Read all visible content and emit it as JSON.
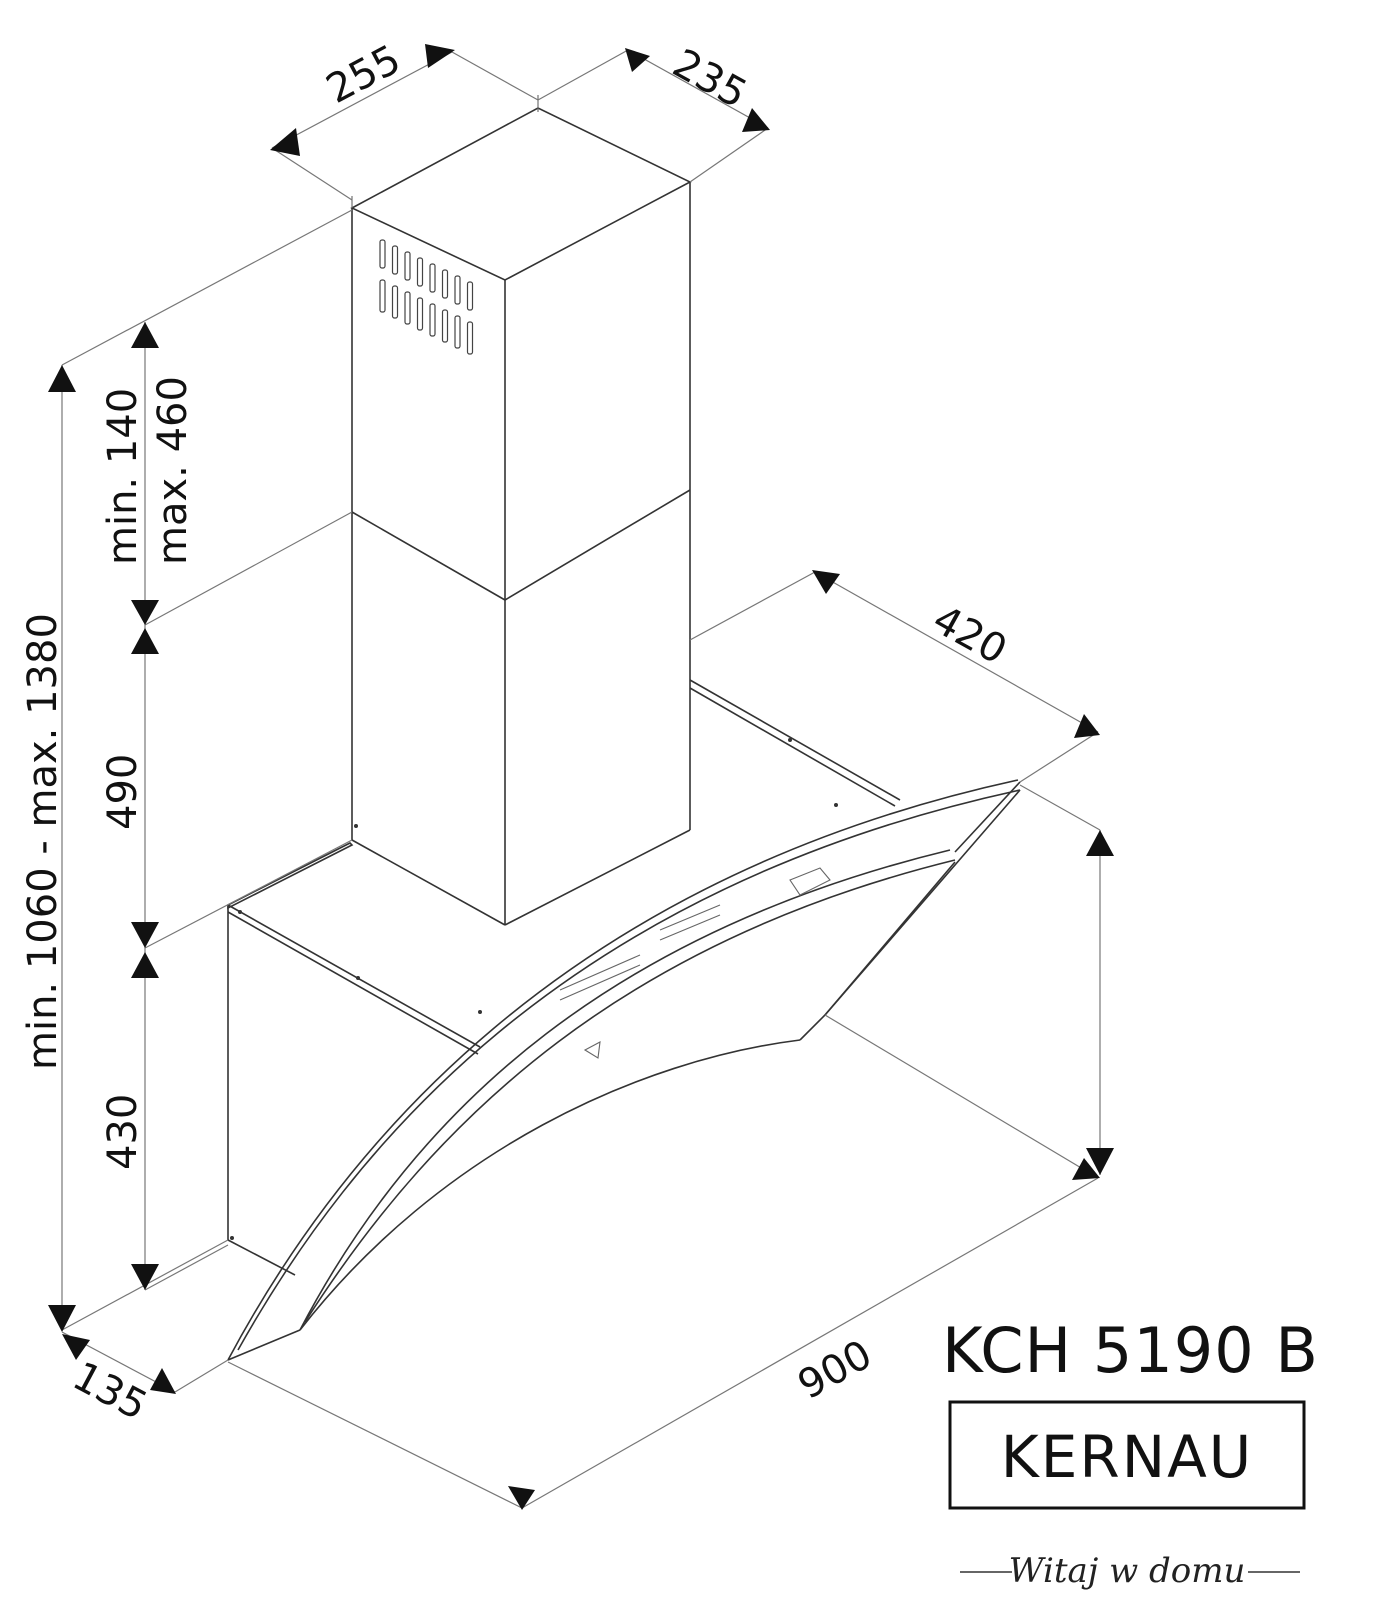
{
  "dimensions": {
    "chimney_width": "255",
    "chimney_depth": "235",
    "hood_depth": "420",
    "upper_min_max_line1": "min. 140",
    "upper_min_max_line2": "max. 460",
    "chimney_lower": "490",
    "body_height": "430",
    "total_height": "min. 1060 - max. 1380",
    "glass_offset": "135",
    "hood_width": "900"
  },
  "model": "KCH 5190 B",
  "brand": "KERNAU",
  "tagline": "Witaj w domu"
}
